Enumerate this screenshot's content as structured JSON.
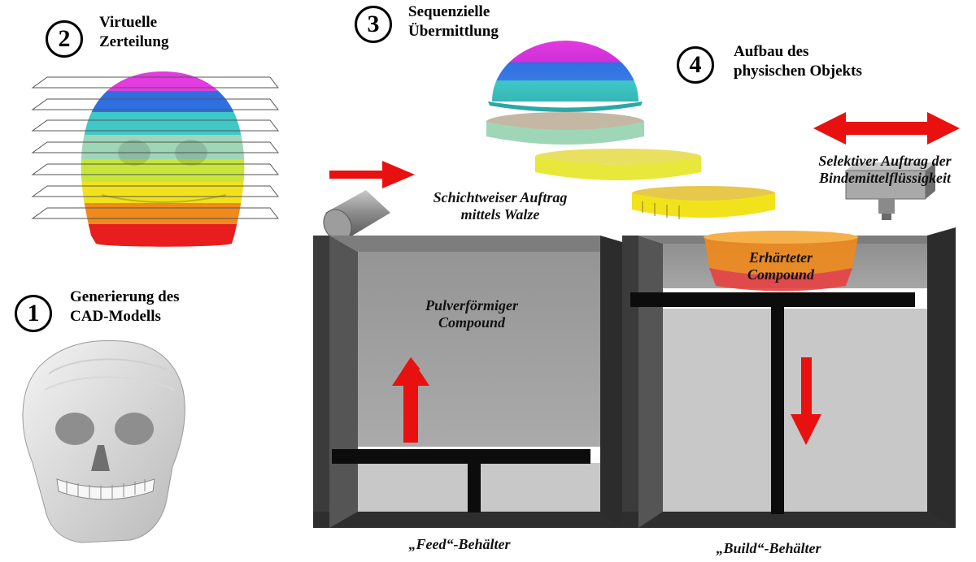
{
  "steps": [
    {
      "number": "1",
      "label_line1": "Generierung des",
      "label_line2": "CAD-Modells"
    },
    {
      "number": "2",
      "label_line1": "Virtuelle",
      "label_line2": "Zerteilung"
    },
    {
      "number": "3",
      "label_line1": "Sequenzielle",
      "label_line2": "Übermittlung"
    },
    {
      "number": "4",
      "label_line1": "Aufbau des",
      "label_line2": "physischen Objekts"
    }
  ],
  "annotations": {
    "roller_line1": "Schichtweiser Auftrag",
    "roller_line2": "mittels Walze",
    "printhead_line1": "Selektiver Auftrag der",
    "printhead_line2": "Bindemittelflüssigkeit",
    "powder_line1": "Pulverförmiger",
    "powder_line2": "Compound",
    "hardened_line1": "Erhärteter",
    "hardened_line2": "Compound",
    "feed_container": "„Feed“-Behälter",
    "build_container": "„Build“-Behälter"
  },
  "colors": {
    "slice_magenta": "#e23be0",
    "slice_blue": "#2f6fe0",
    "slice_cyan": "#3fc8c8",
    "slice_mint": "#9fd6b8",
    "slice_yellow_green": "#c8e63a",
    "slice_yellow": "#f2e21c",
    "slice_orange": "#f08a1c",
    "slice_red": "#e81e1e",
    "arrow_red": "#e8110f",
    "container_frame": "#3b3b3b",
    "powder_gray": "#9b9b9b"
  }
}
